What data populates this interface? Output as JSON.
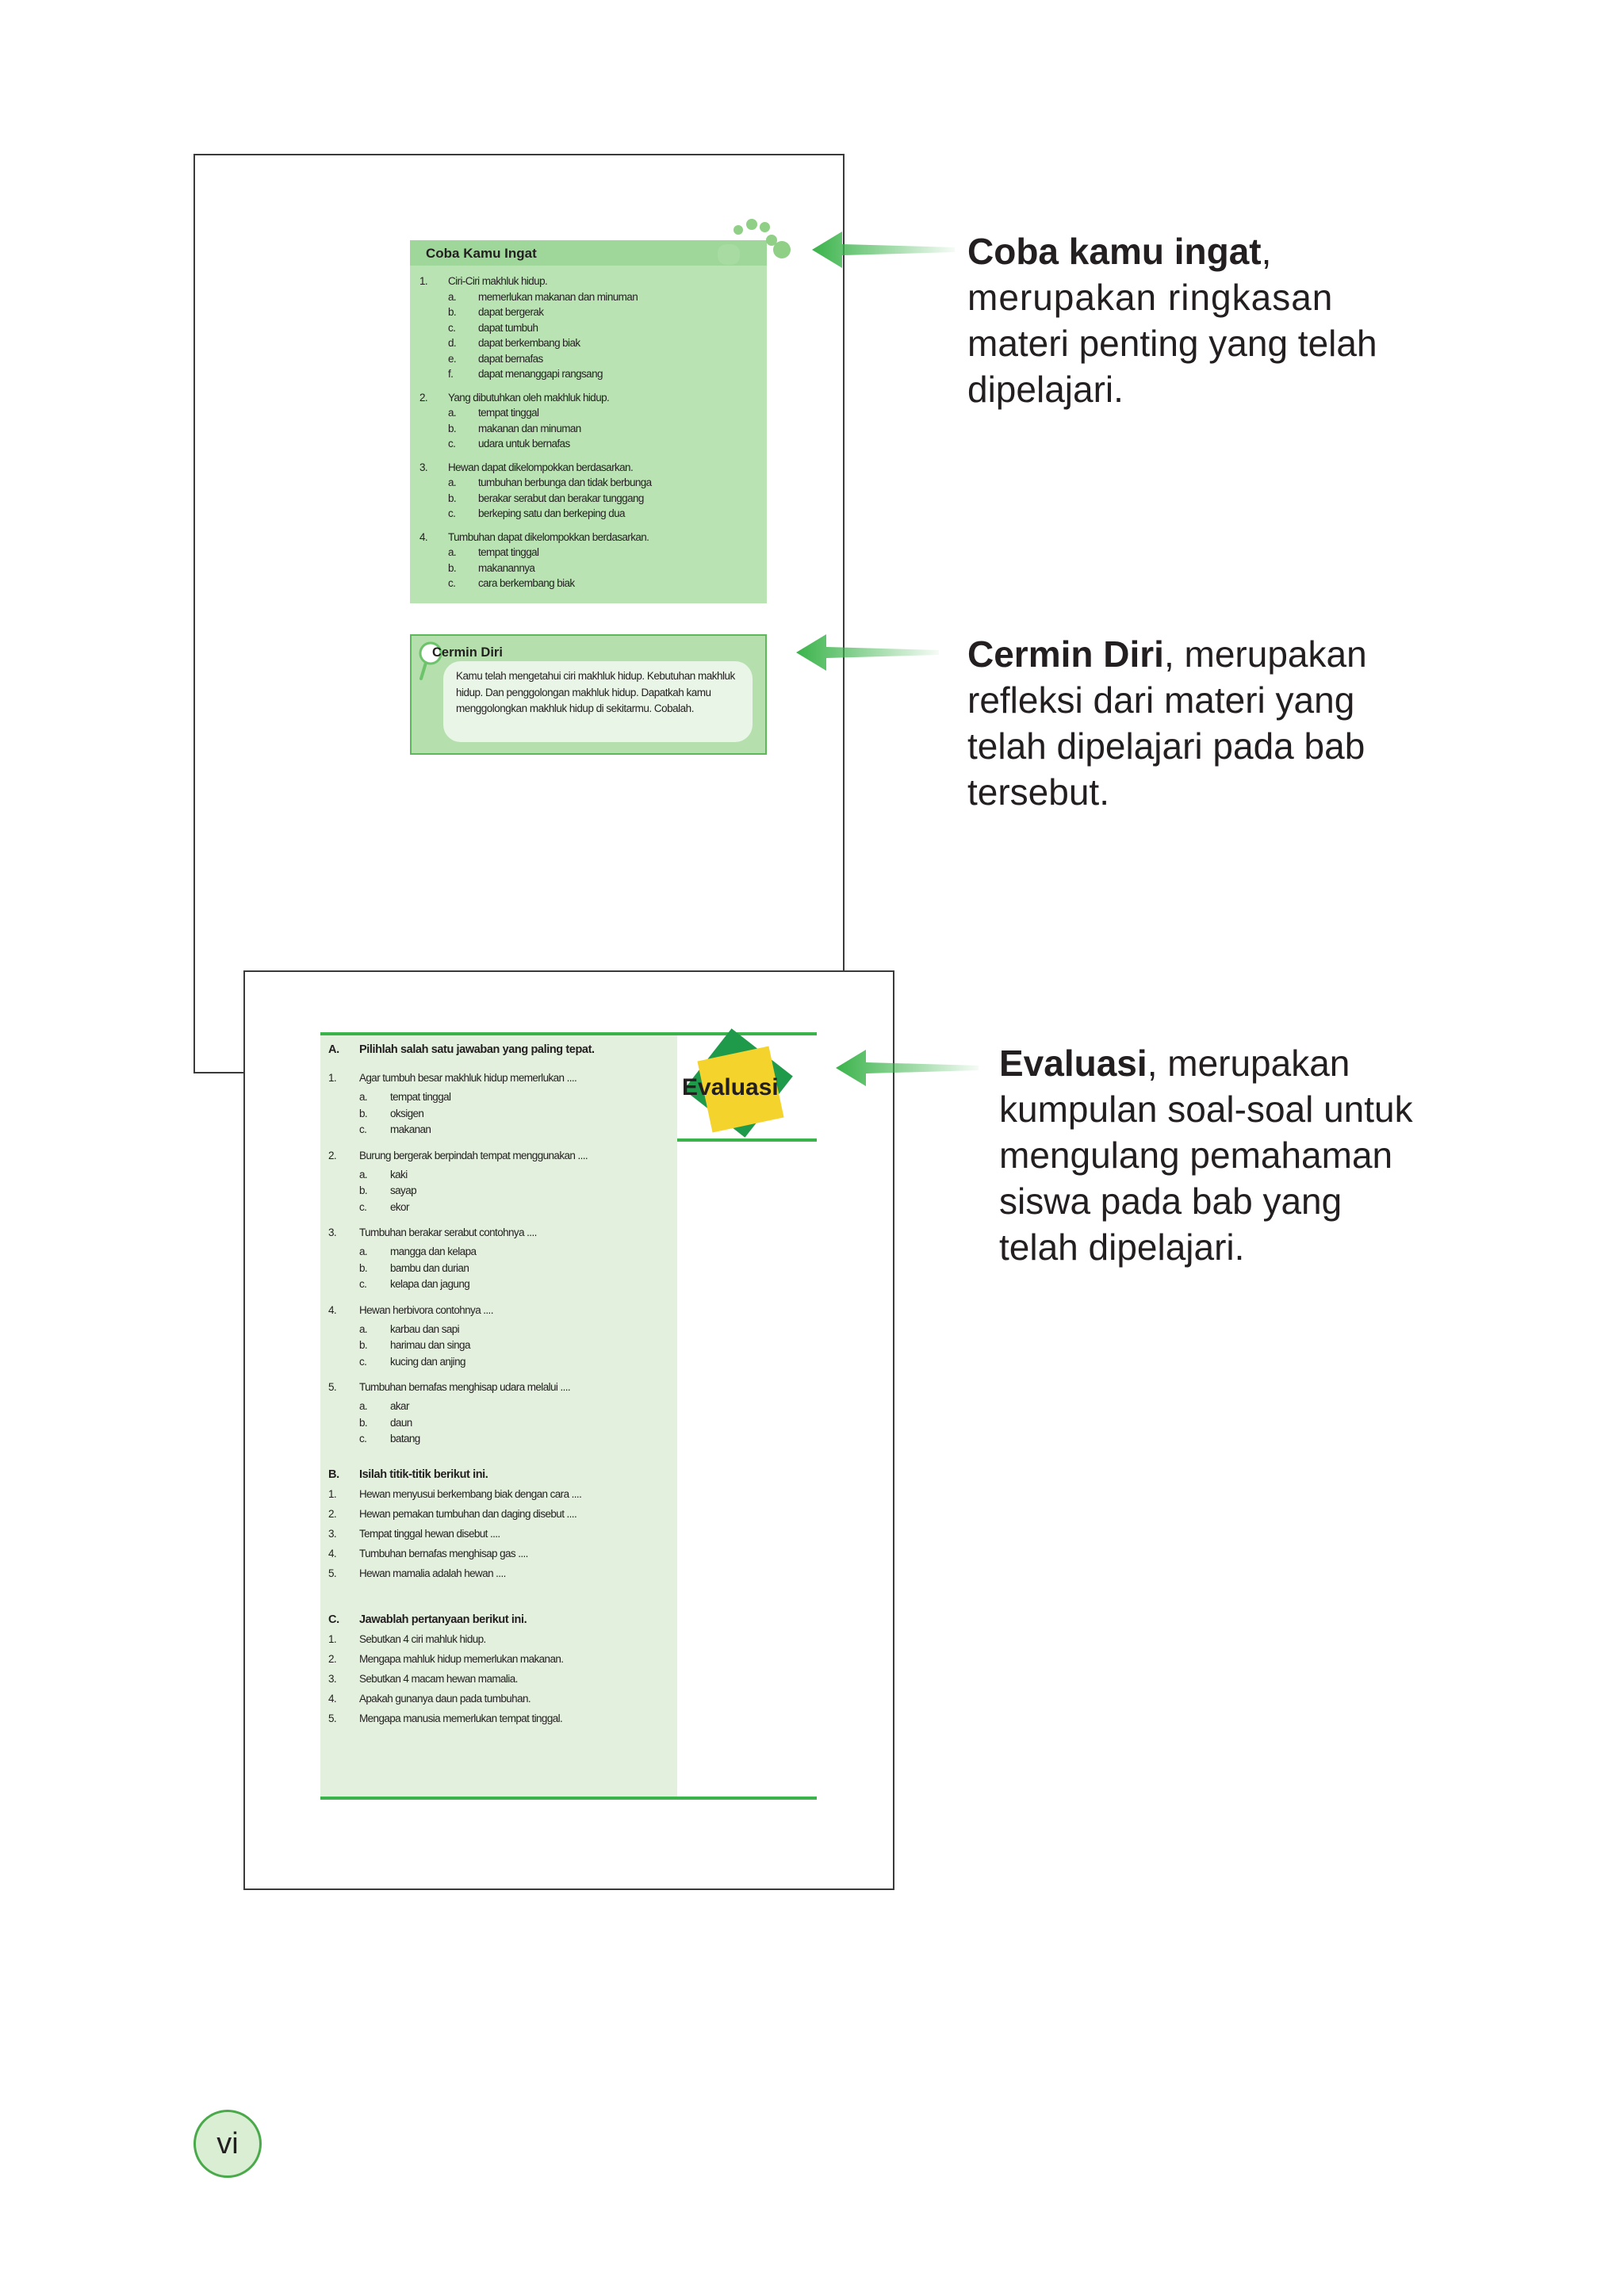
{
  "colors": {
    "accent_green": "#3ab34a",
    "panel_green": "#b9e3b3",
    "eval_panel": "#e2f0dd",
    "logo_yellow": "#f4d32c"
  },
  "coba": {
    "title": "Coba Kamu Ingat",
    "items": [
      {
        "num": "1.",
        "text": "Ciri-Ciri makhluk hidup.",
        "subs": [
          {
            "l": "a.",
            "t": "memerlukan makanan dan minuman"
          },
          {
            "l": "b.",
            "t": "dapat bergerak"
          },
          {
            "l": "c.",
            "t": "dapat tumbuh"
          },
          {
            "l": "d.",
            "t": "dapat berkembang biak"
          },
          {
            "l": "e.",
            "t": "dapat bernafas"
          },
          {
            "l": "f.",
            "t": "dapat menanggapi rangsang"
          }
        ]
      },
      {
        "num": "2.",
        "text": "Yang dibutuhkan oleh makhluk hidup.",
        "subs": [
          {
            "l": "a.",
            "t": "tempat tinggal"
          },
          {
            "l": "b.",
            "t": "makanan dan minuman"
          },
          {
            "l": "c.",
            "t": "udara untuk bernafas"
          }
        ]
      },
      {
        "num": "3.",
        "text": "Hewan dapat dikelompokkan berdasarkan.",
        "subs": [
          {
            "l": "a.",
            "t": "tumbuhan berbunga dan tidak berbunga"
          },
          {
            "l": "b.",
            "t": "berakar serabut dan berakar tunggang"
          },
          {
            "l": "c.",
            "t": "berkeping satu dan berkeping dua"
          }
        ]
      },
      {
        "num": "4.",
        "text": "Tumbuhan dapat dikelompokkan berdasarkan.",
        "subs": [
          {
            "l": "a.",
            "t": "tempat tinggal"
          },
          {
            "l": "b.",
            "t": "makanannya"
          },
          {
            "l": "c.",
            "t": "cara berkembang biak"
          }
        ]
      }
    ]
  },
  "cermin": {
    "title": "Cermin Diri",
    "text": "Kamu telah mengetahui ciri makhluk hidup. Kebutuhan makhluk hidup. Dan penggolongan makhluk hidup. Dapatkah kamu menggolongkan makhluk hidup di sekitarmu. Cobalah."
  },
  "evaluasi": {
    "logo_label": "Evaluasi",
    "section_a": {
      "letter": "A.",
      "title": "Pilihlah salah satu jawaban yang paling tepat.",
      "questions": [
        {
          "num": "1.",
          "text": "Agar tumbuh besar makhluk hidup memerlukan ....",
          "options": [
            {
              "l": "a.",
              "t": "tempat tinggal"
            },
            {
              "l": "b.",
              "t": "oksigen"
            },
            {
              "l": "c.",
              "t": "makanan"
            }
          ]
        },
        {
          "num": "2.",
          "text": "Burung bergerak berpindah tempat menggunakan ....",
          "options": [
            {
              "l": "a.",
              "t": "kaki"
            },
            {
              "l": "b.",
              "t": "sayap"
            },
            {
              "l": "c.",
              "t": "ekor"
            }
          ]
        },
        {
          "num": "3.",
          "text": "Tumbuhan berakar serabut contohnya ....",
          "options": [
            {
              "l": "a.",
              "t": "mangga dan kelapa"
            },
            {
              "l": "b.",
              "t": "bambu dan durian"
            },
            {
              "l": "c.",
              "t": "kelapa dan jagung"
            }
          ]
        },
        {
          "num": "4.",
          "text": "Hewan herbivora contohnya ....",
          "options": [
            {
              "l": "a.",
              "t": "karbau dan sapi"
            },
            {
              "l": "b.",
              "t": "harimau dan singa"
            },
            {
              "l": "c.",
              "t": "kucing dan anjing"
            }
          ]
        },
        {
          "num": "5.",
          "text": "Tumbuhan bernafas menghisap udara melalui ....",
          "options": [
            {
              "l": "a.",
              "t": "akar"
            },
            {
              "l": "b.",
              "t": "daun"
            },
            {
              "l": "c.",
              "t": "batang"
            }
          ]
        }
      ]
    },
    "section_b": {
      "letter": "B.",
      "title": "Isilah titik-titik berikut ini.",
      "items": [
        {
          "num": "1.",
          "text": "Hewan menyusui berkembang biak dengan cara ...."
        },
        {
          "num": "2.",
          "text": "Hewan pemakan tumbuhan dan daging disebut ...."
        },
        {
          "num": "3.",
          "text": "Tempat tinggal hewan disebut ...."
        },
        {
          "num": "4.",
          "text": "Tumbuhan bernafas menghisap gas ...."
        },
        {
          "num": "5.",
          "text": "Hewan mamalia adalah hewan ...."
        }
      ]
    },
    "section_c": {
      "letter": "C.",
      "title": "Jawablah pertanyaan berikut ini.",
      "items": [
        {
          "num": "1.",
          "text": "Sebutkan 4 ciri mahluk hidup."
        },
        {
          "num": "2.",
          "text": "Mengapa mahluk hidup memerlukan makanan."
        },
        {
          "num": "3.",
          "text": "Sebutkan 4 macam hewan mamalia."
        },
        {
          "num": "4.",
          "text": "Apakah gunanya daun pada tumbuhan."
        },
        {
          "num": "5.",
          "text": "Mengapa manusia memerlukan tempat tinggal."
        }
      ]
    }
  },
  "descriptions": {
    "coba": {
      "bold": "Coba kamu ingat",
      "lines": [
        ",",
        "merupakan ringkasan",
        "materi penting yang telah",
        "dipelajari."
      ]
    },
    "cermin": {
      "bold": "Cermin Diri",
      "lines": [
        ", merupakan",
        "refleksi dari materi yang",
        "telah dipelajari pada bab",
        "tersebut."
      ]
    },
    "evaluasi": {
      "bold": "Evaluasi",
      "lines": [
        ", merupakan",
        "kumpulan soal-soal untuk",
        "mengulang pemahaman",
        "siswa pada bab yang",
        "telah dipelajari."
      ]
    }
  },
  "page_number": "vi"
}
